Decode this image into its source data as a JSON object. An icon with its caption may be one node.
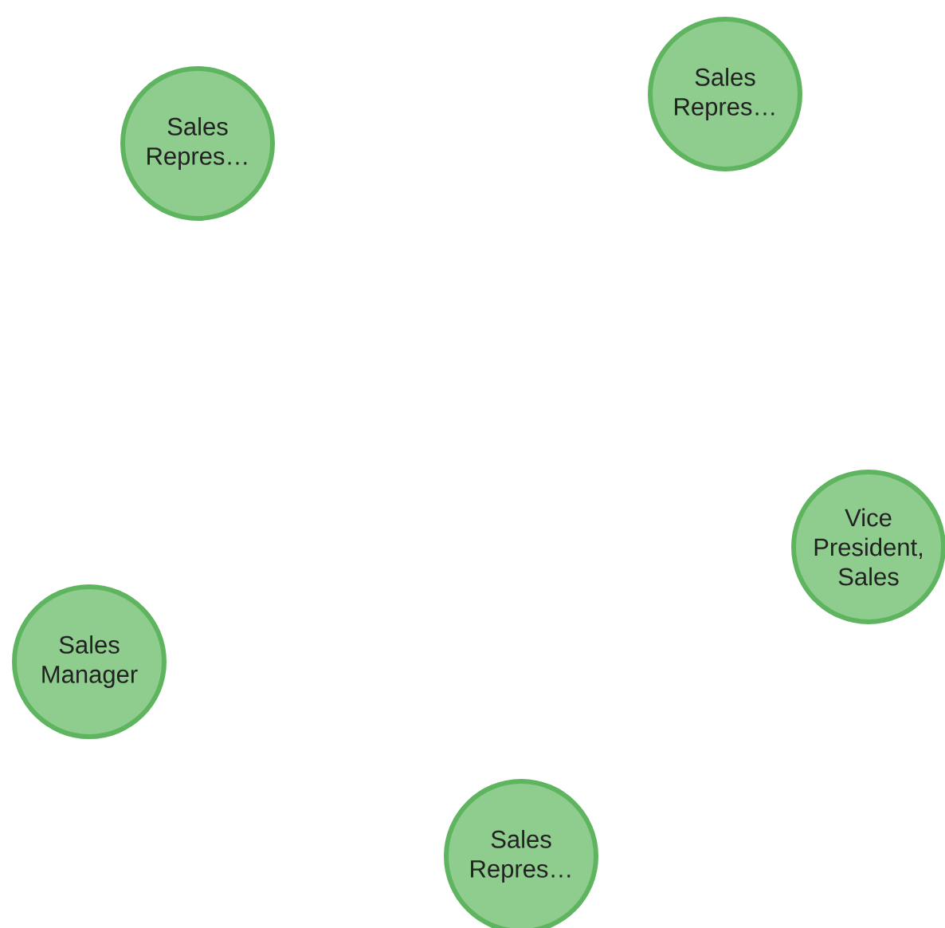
{
  "diagram": {
    "nodes": [
      {
        "text": [
          "Sales Repres…"
        ]
      },
      {
        "text": [
          "Sales Repres…"
        ]
      },
      {
        "text": [
          "Vice President, Sales"
        ]
      },
      {
        "text": [
          "Sales Manager"
        ]
      },
      {
        "text": [
          "Sales Repres…"
        ]
      }
    ]
  }
}
